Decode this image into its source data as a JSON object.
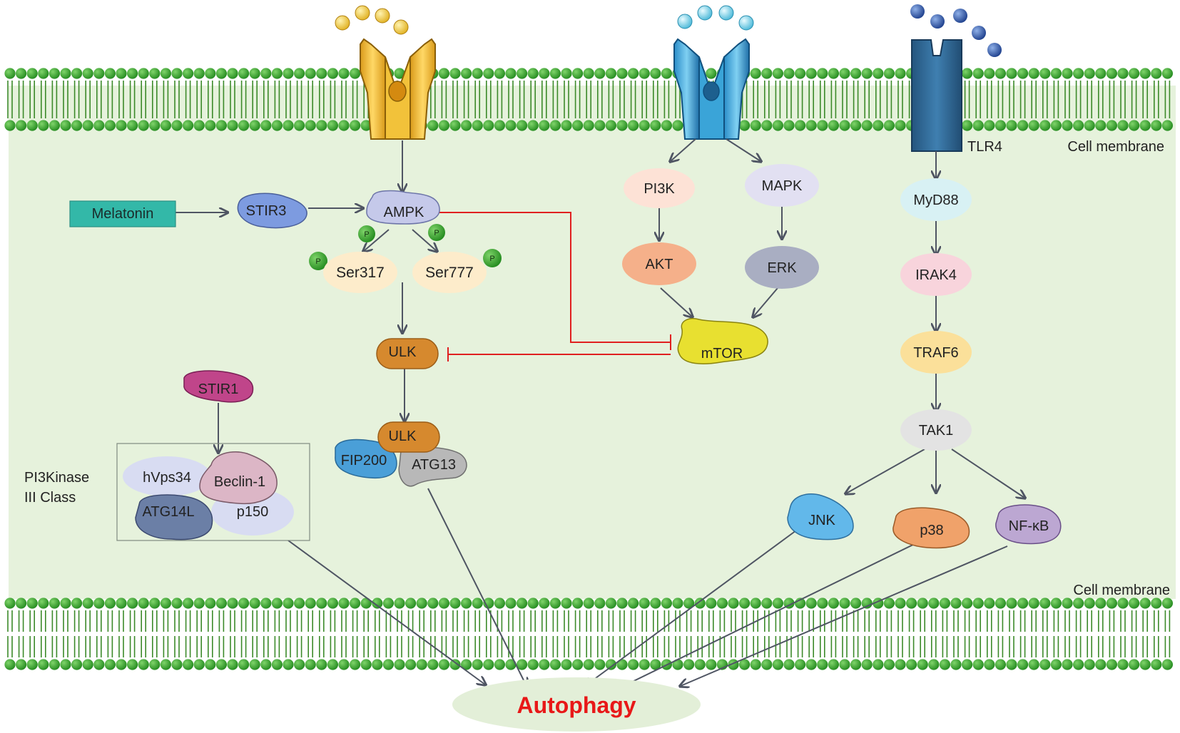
{
  "colors": {
    "cytoplasm": "#e6f2dc",
    "lipid_head": "#2f9e28",
    "lipid_head_light": "#5fc24c",
    "lipid_tail": "#3c8a2a",
    "arrow": "#4f5563",
    "inhibit": "#e02020",
    "autophagy_text": "#e81818",
    "autophagy_bg": "#e3efd8"
  },
  "labels": {
    "cell_membrane_top": "Cell membrane",
    "cell_membrane_bottom": "Cell membrane",
    "tlr4": "TLR4",
    "melatonin": "Melatonin",
    "stir3": "STIR3",
    "ampk": "AMPK",
    "ser317": "Ser317",
    "ser777": "Ser777",
    "phospho": "P",
    "ulk": "ULK",
    "ulk_complex": "ULK",
    "fip200": "FIP200",
    "atg13": "ATG13",
    "stir1": "STIR1",
    "pi3kinase_line1": "PI3Kinase",
    "pi3kinase_line2": "III Class",
    "hvps34": "hVps34",
    "beclin1": "Beclin-1",
    "atg14l": "ATG14L",
    "p150": "p150",
    "pi3k": "PI3K",
    "akt": "AKT",
    "mapk": "MAPK",
    "erk": "ERK",
    "mtor": "mTOR",
    "myd88": "MyD88",
    "irak4": "IRAK4",
    "traf6": "TRAF6",
    "tak1": "TAK1",
    "jnk": "JNK",
    "p38": "p38",
    "nfkb": "NF-κB",
    "autophagy": "Autophagy"
  }
}
